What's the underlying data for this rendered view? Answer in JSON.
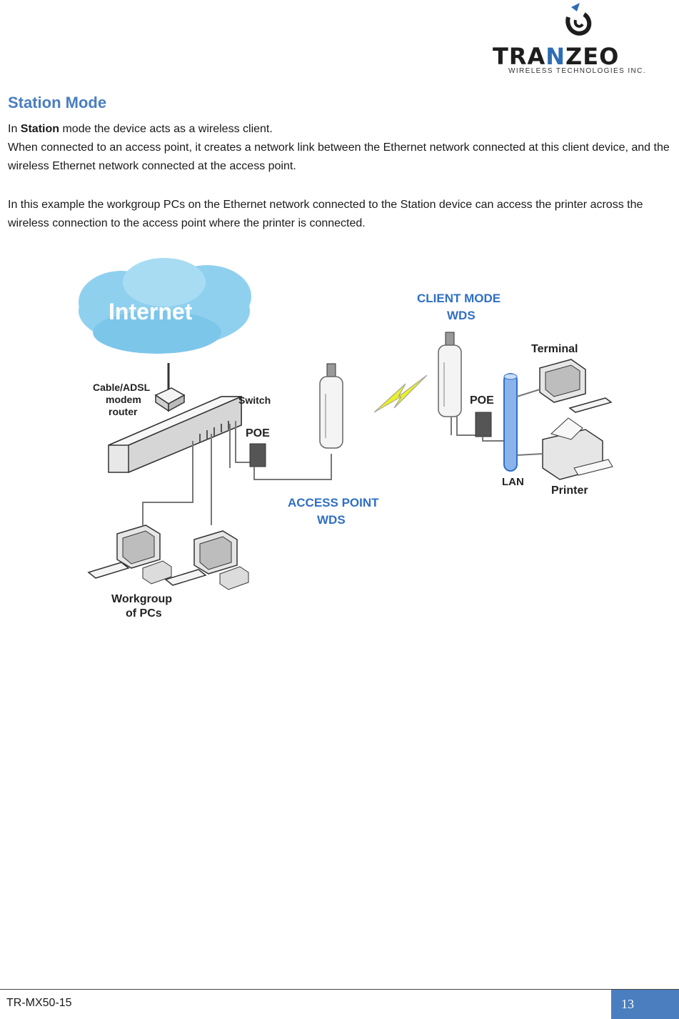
{
  "header": {
    "logo_text_a": "TRA",
    "logo_text_b": "N",
    "logo_text_c": "ZEO",
    "logo_subtitle": "WIRELESS TECHNOLOGIES INC.",
    "brand_color": "#2e6db3"
  },
  "section": {
    "title": "Station Mode",
    "p1_prefix": "In ",
    "p1_bold": "Station",
    "p1_suffix": " mode the device acts as a wireless client.",
    "p2": "When connected to an access point, it creates a network link between the Ethernet network connected at this client device, and the wireless Ethernet network connected at the access point.",
    "p3": "In this example the workgroup PCs on the Ethernet network connected to the Station device can access the printer across the wireless connection to the access point where the printer is connected."
  },
  "diagram": {
    "internet": "Internet",
    "modem_line1": "Cable/ADSL",
    "modem_line2": "modem",
    "modem_line3": "router",
    "switch": "Switch",
    "poe_left": "POE",
    "poe_right": "POE",
    "ap_line1": "ACCESS POINT",
    "ap_line2": "WDS",
    "client_line1": "CLIENT MODE",
    "client_line2": "WDS",
    "terminal": "Terminal",
    "printer": "Printer",
    "lan": "LAN",
    "workgroup_line1": "Workgroup",
    "workgroup_line2": "of PCs",
    "accent_color": "#2f6fc6"
  },
  "footer": {
    "doc_code": "TR-MX50-15",
    "page_number": "13",
    "box_color": "#4a7ebf"
  }
}
